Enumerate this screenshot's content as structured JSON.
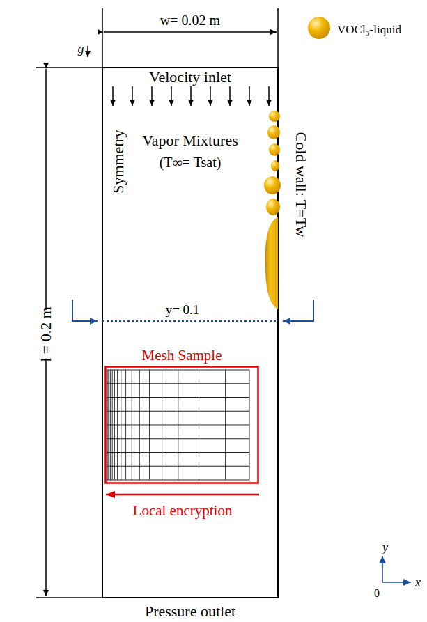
{
  "diagram": {
    "nodes": [
      {
        "text": [
          "Mesh Sample"
        ]
      }
    ],
    "labels": [
      "w= 0.02 m",
      "g",
      "Velocity inlet",
      "VOCl₃-liquid",
      "Symmetry",
      "Vapor Mixtures",
      "(T∞= Tsat)",
      "Cold wall: T=Tw",
      "l = 0.2 m",
      "y= 0.1",
      "Local encryption",
      "Pressure outlet",
      "y",
      "x",
      "0"
    ]
  }
}
